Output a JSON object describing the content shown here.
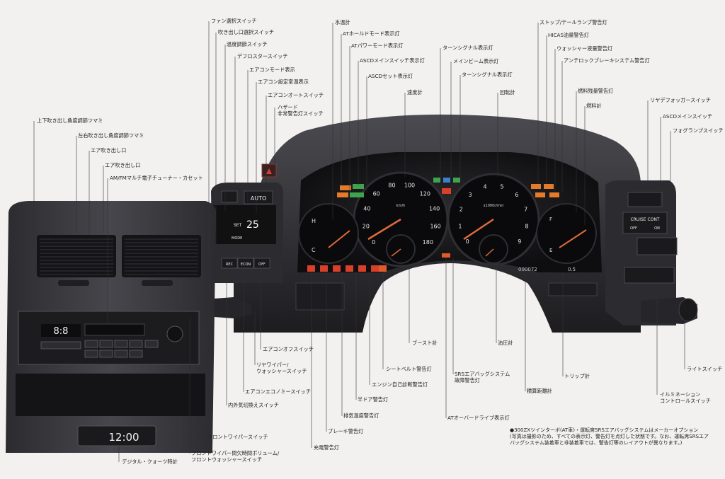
{
  "labels": {
    "fan_select": "ファン選択スイッチ",
    "vent_select": "吹き出し口選択スイッチ",
    "temp_control": "温度調節スイッチ",
    "defroster": "デフロスタースイッチ",
    "ac_mode_display": "エアコンモード表示",
    "ac_temp_display": "エアコン設定室温表示",
    "ac_auto": "エアコンオートスイッチ",
    "hazard": "ハザード\n非常警告灯スイッチ",
    "updown_vent_knob": "上下吹き出し角度調節ツマミ",
    "lr_vent_knob": "左右吹き出し角度調節ツマミ",
    "air_outlet_1": "エア吹き出し口",
    "air_outlet_2": "エア吹き出し口",
    "radio": "AM/FMマルチ電子チューナー・カセット",
    "water_temp": "水温計",
    "at_hold": "ATホールドモード表示灯",
    "at_power": "ATパワーモード表示灯",
    "ascd_main_ind": "ASCDメインスイッチ表示灯",
    "ascd_set_ind": "ASCDセット表示灯",
    "speedometer": "速度計",
    "turn_signal_1": "ターンシグナル表示灯",
    "main_beam": "メインビーム表示灯",
    "turn_signal_2": "ターンシグナル表示灯",
    "tachometer": "回転計",
    "stop_tail": "ストップ/テールランプ警告灯",
    "hicas": "HICAS油量警告灯",
    "washer": "ウォッシャー液量警告灯",
    "abs": "アンチロックブレーキシステム警告灯",
    "fuel_warn": "燃料残量警告灯",
    "fuel_gauge": "燃料計",
    "rear_defog": "リヤデフォッガースイッチ",
    "ascd_main": "ASCDメインスイッチ",
    "fog_switch": "フォグランプスイッチ",
    "ac_off": "エアコンオフスイッチ",
    "rear_wiper": "リヤワイパー/\nウォッシャースイッチ",
    "ac_econ": "エアコンエコノミースイッチ",
    "recirc": "内外気切換えスイッチ",
    "front_wiper": "フロントワイパースイッチ",
    "wiper_volume": "フロントワイパー間欠時間ボリューム/\nフロントウォッシャースイッチ",
    "clock": "デジタル・クォーツ時計",
    "boost": "ブースト計",
    "seatbelt": "シートベルト警告灯",
    "engine_diag": "エンジン自己診断警告灯",
    "door": "半ドア警告灯",
    "exhaust": "排気温度警告灯",
    "brake": "ブレーキ警告灯",
    "charge": "充電警告灯",
    "srs": "SRSエアバッグシステム\n故障警告灯",
    "at_od": "ATオーバードライブ表示灯",
    "oil_pressure": "油圧計",
    "odometer": "積算距離計",
    "trip": "トリップ計",
    "light_switch": "ライトスイッチ",
    "illumination": "イルミネーション\nコントロールスイッチ"
  },
  "note": "●300ZXツインターボ(AT車)・運転席SRSエアバッグシステムはメーカーオプション\n(写真は撮影のため、すべての表示灯、警告灯を点灯した状態です。なお、運転席SRSエア\nバッグシステム装着車と非装着車では、警告灯等のレイアウトが異なります。)",
  "panel": {
    "auto": "AUTO",
    "set": "SET",
    "temp": "25",
    "mode": "MODE",
    "rec": "REC",
    "econ": "ECON",
    "off": "OFF",
    "cruise": "CRUISE CONT",
    "cruise_off": "OFF",
    "cruise_on": "ON",
    "clock_time": "12:00",
    "radio_time": "8:8",
    "speed_unit": "km/h",
    "tacho_unit": "x1000r/min",
    "fuel_f": "F",
    "fuel_e": "E",
    "temp_h": "H",
    "temp_c": "C",
    "odo": "000072",
    "trip": "0.5",
    "speed_ticks": [
      "0",
      "20",
      "40",
      "60",
      "80",
      "100",
      "120",
      "140",
      "160",
      "180"
    ],
    "tacho_ticks": [
      "0",
      "1",
      "2",
      "3",
      "4",
      "5",
      "6",
      "7",
      "8",
      "9"
    ]
  },
  "colors": {
    "background": "#f3f1ef",
    "console": "#3a3a3e",
    "warning_red": "#d8402a",
    "indicator_green": "#3fa34d",
    "needle": "#e06a3a"
  }
}
